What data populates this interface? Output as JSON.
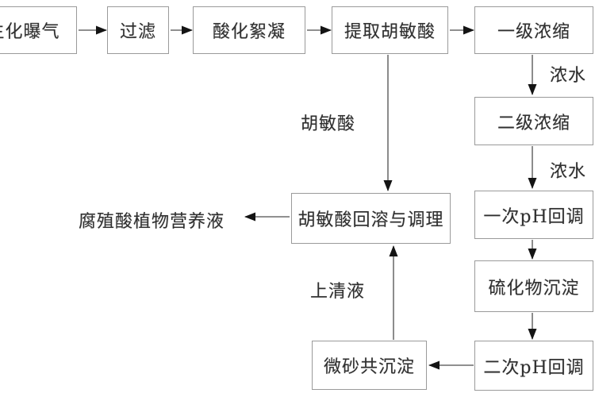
{
  "flowchart": {
    "colors": {
      "background": "#ffffff",
      "box_border": "#9a9a9a",
      "line": "#4d4d4d",
      "arrowhead": "#141414",
      "text": "#2f2f2f"
    },
    "nodes": [
      {
        "id": "biochemical-aeration",
        "label": "生化曝气"
      },
      {
        "id": "filtration",
        "label": "过滤"
      },
      {
        "id": "acidification-flocculation",
        "label": "酸化絮凝"
      },
      {
        "id": "humic-acid-extraction",
        "label": "提取胡敏酸"
      },
      {
        "id": "primary-concentration",
        "label": "一级浓缩"
      },
      {
        "id": "secondary-concentration",
        "label": "二级浓缩"
      },
      {
        "id": "first-ph-readjustment",
        "label": "一次pH回调"
      },
      {
        "id": "sulfide-precipitation",
        "label": "硫化物沉淀"
      },
      {
        "id": "second-ph-readjustment",
        "label": "二次pH回调"
      },
      {
        "id": "humic-acid-redissolution-conditioning",
        "label": "胡敏酸回溶与调理"
      },
      {
        "id": "microsand-coprecipitation",
        "label": "微砂共沉淀"
      }
    ],
    "stream_labels": [
      {
        "id": "concentrate-water-1",
        "label": "浓水"
      },
      {
        "id": "concentrate-water-2",
        "label": "浓水"
      },
      {
        "id": "humic-acid-stream",
        "label": "胡敏酸"
      },
      {
        "id": "supernatant-stream",
        "label": "上清液"
      }
    ],
    "end_product": {
      "label": "腐殖酸植物营养液"
    }
  }
}
